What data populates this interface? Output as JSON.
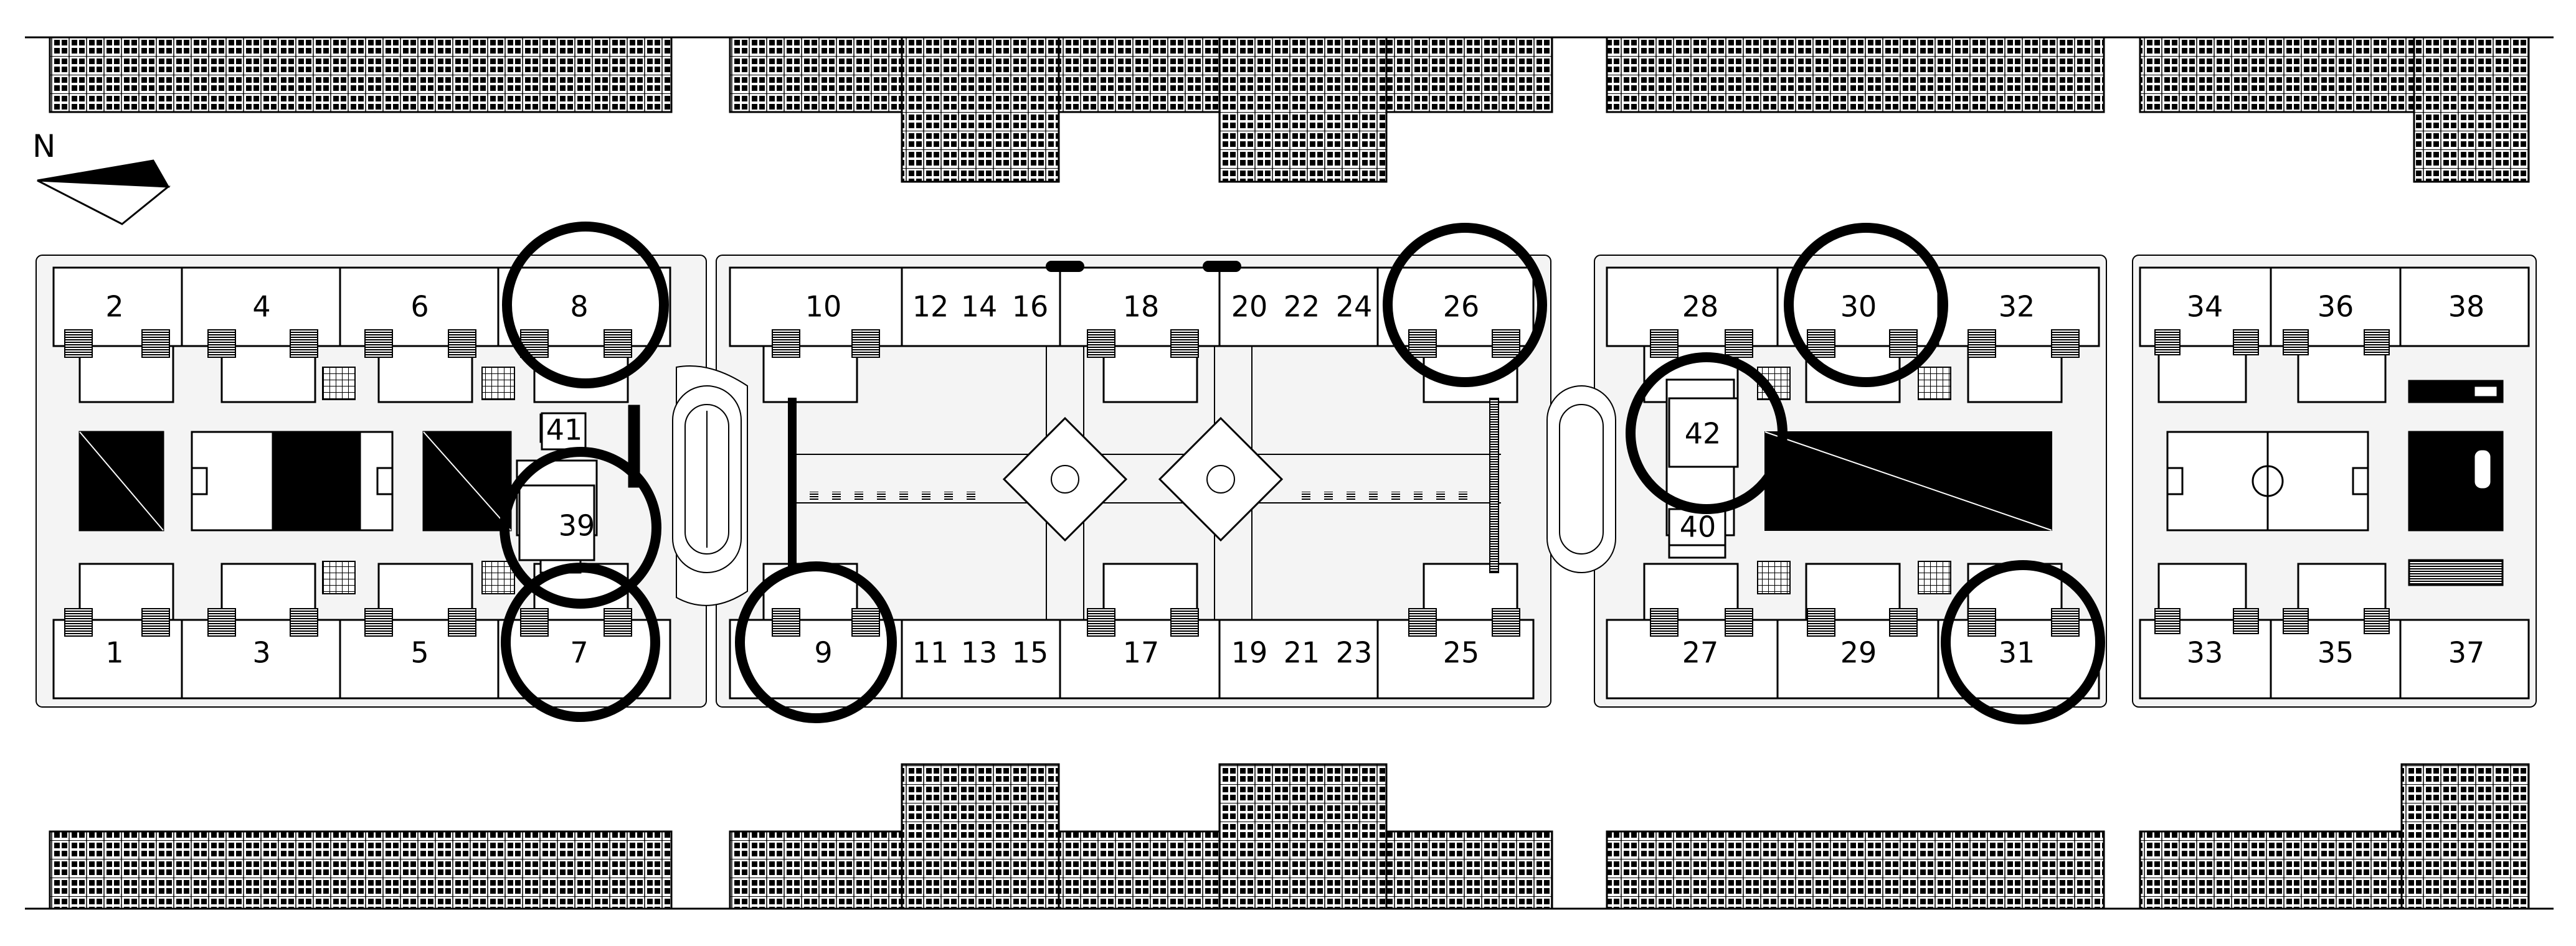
{
  "north_label": "N",
  "colors": {
    "ink": "#000000",
    "paper": "#ffffff",
    "pale": "#f4f4f4"
  },
  "buildings": [
    {
      "id": "b1",
      "label": "1",
      "circled": false
    },
    {
      "id": "b2",
      "label": "2",
      "circled": false
    },
    {
      "id": "b3",
      "label": "3",
      "circled": false
    },
    {
      "id": "b4",
      "label": "4",
      "circled": false
    },
    {
      "id": "b5",
      "label": "5",
      "circled": false
    },
    {
      "id": "b6",
      "label": "6",
      "circled": false
    },
    {
      "id": "b7",
      "label": "7",
      "circled": true
    },
    {
      "id": "b8",
      "label": "8",
      "circled": true
    },
    {
      "id": "b9",
      "label": "9",
      "circled": true
    },
    {
      "id": "b10",
      "label": "10",
      "circled": false
    },
    {
      "id": "b11",
      "label": "11",
      "circled": false
    },
    {
      "id": "b12",
      "label": "12",
      "circled": false
    },
    {
      "id": "b13",
      "label": "13",
      "circled": false
    },
    {
      "id": "b14",
      "label": "14",
      "circled": false
    },
    {
      "id": "b15",
      "label": "15",
      "circled": false
    },
    {
      "id": "b16",
      "label": "16",
      "circled": false
    },
    {
      "id": "b17",
      "label": "17",
      "circled": false
    },
    {
      "id": "b18",
      "label": "18",
      "circled": false
    },
    {
      "id": "b19",
      "label": "19",
      "circled": false
    },
    {
      "id": "b20",
      "label": "20",
      "circled": false
    },
    {
      "id": "b21",
      "label": "21",
      "circled": false
    },
    {
      "id": "b22",
      "label": "22",
      "circled": false
    },
    {
      "id": "b23",
      "label": "23",
      "circled": false
    },
    {
      "id": "b24",
      "label": "24",
      "circled": false
    },
    {
      "id": "b25",
      "label": "25",
      "circled": false
    },
    {
      "id": "b26",
      "label": "26",
      "circled": true
    },
    {
      "id": "b27",
      "label": "27",
      "circled": false
    },
    {
      "id": "b28",
      "label": "28",
      "circled": false
    },
    {
      "id": "b29",
      "label": "29",
      "circled": false
    },
    {
      "id": "b30",
      "label": "30",
      "circled": true
    },
    {
      "id": "b31",
      "label": "31",
      "circled": true
    },
    {
      "id": "b32",
      "label": "32",
      "circled": false
    },
    {
      "id": "b33",
      "label": "33",
      "circled": false
    },
    {
      "id": "b34",
      "label": "34",
      "circled": false
    },
    {
      "id": "b35",
      "label": "35",
      "circled": false
    },
    {
      "id": "b36",
      "label": "36",
      "circled": false
    },
    {
      "id": "b37",
      "label": "37",
      "circled": false
    },
    {
      "id": "b38",
      "label": "38",
      "circled": false
    },
    {
      "id": "b39",
      "label": "39",
      "circled": true
    },
    {
      "id": "b40",
      "label": "40",
      "circled": false
    },
    {
      "id": "b41",
      "label": "41",
      "circled": false
    },
    {
      "id": "b42",
      "label": "42",
      "circled": true
    }
  ]
}
